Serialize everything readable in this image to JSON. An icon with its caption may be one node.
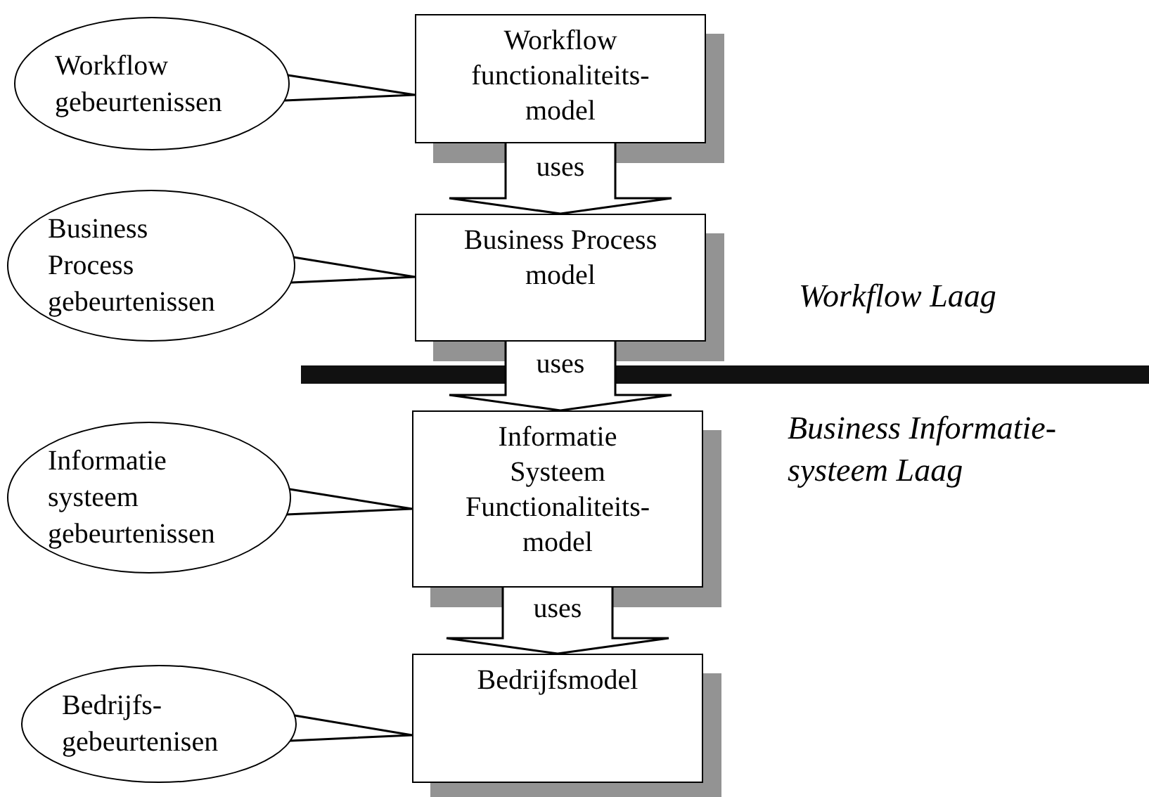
{
  "diagram": {
    "nodes": [
      {
        "text": [
          "Workflow functionaliteits-model"
        ]
      },
      {
        "text": [
          "Business Process model"
        ]
      },
      {
        "text": [
          "Informatie Systeem Functionaliteits-model"
        ]
      },
      {
        "text": [
          "Bedrijfsmodel"
        ]
      },
      {
        "text": [
          "Workflow gebeurtenissen"
        ]
      },
      {
        "text": [
          "Business Process gebeurtenissen"
        ]
      },
      {
        "text": [
          "Informatie systeem gebeurtenissen"
        ]
      },
      {
        "text": [
          "Bedrijfs-gebeurtenisen"
        ]
      }
    ],
    "edges": [
      {
        "from": 0,
        "to": 1,
        "arrow": "to",
        "label": "uses"
      },
      {
        "from": 1,
        "to": 2,
        "arrow": "to",
        "label": "uses"
      },
      {
        "from": 2,
        "to": 3,
        "arrow": "to",
        "label": "uses"
      },
      {
        "from": 4,
        "to": 0,
        "arrow": "none"
      },
      {
        "from": 5,
        "to": 1,
        "arrow": "none"
      },
      {
        "from": 6,
        "to": 2,
        "arrow": "none"
      },
      {
        "from": 7,
        "to": 3,
        "arrow": "none"
      }
    ],
    "labels": [
      "Workflow Laag",
      "Business Informatie- systeem Laag"
    ]
  }
}
